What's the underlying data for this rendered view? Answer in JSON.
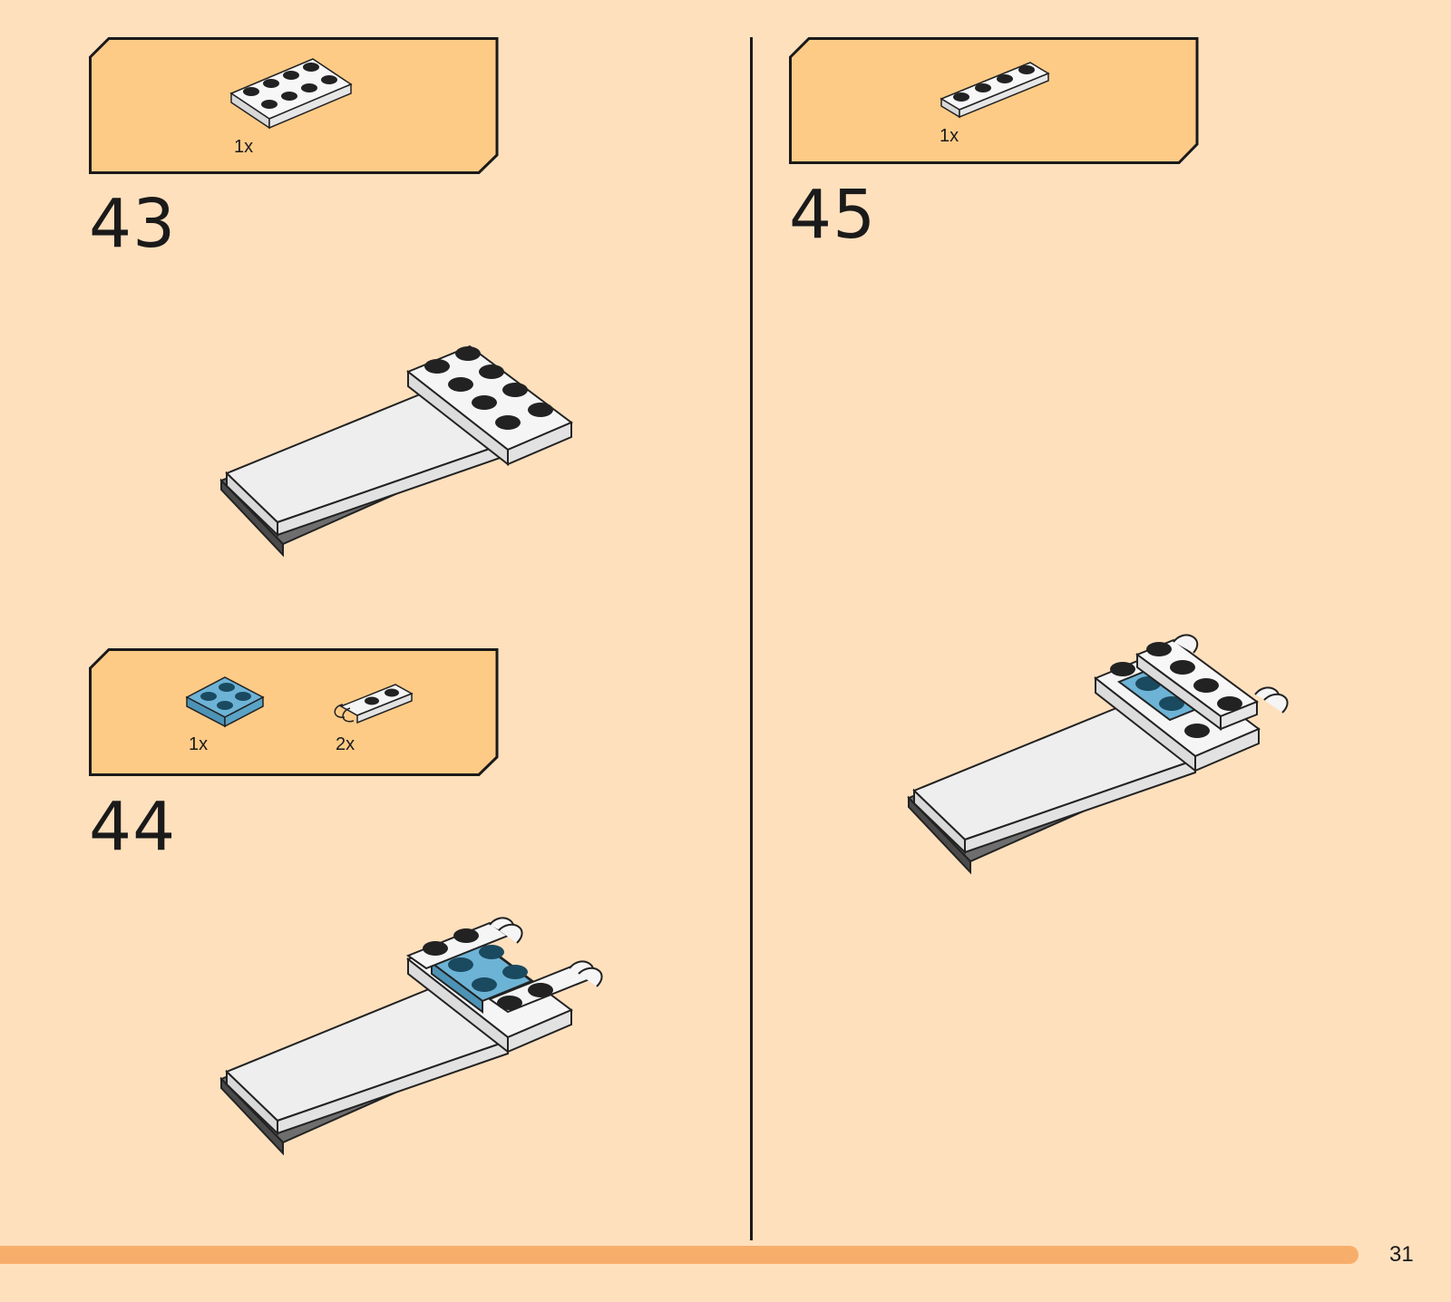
{
  "page": {
    "number": "31",
    "background_color": "#ffe0bd",
    "callout_color": "#fecb87",
    "accent_bar_color": "#f7ae6b"
  },
  "steps": [
    {
      "number": "43",
      "parts": [
        {
          "icon": "white-plate-2x4-icon",
          "qty": "1x"
        }
      ]
    },
    {
      "number": "44",
      "parts": [
        {
          "icon": "blue-plate-2x2-icon",
          "qty": "1x"
        },
        {
          "icon": "white-clip-plate-1x2-icon",
          "qty": "2x"
        }
      ]
    },
    {
      "number": "45",
      "parts": [
        {
          "icon": "white-plate-1x4-icon",
          "qty": "1x"
        }
      ]
    }
  ]
}
